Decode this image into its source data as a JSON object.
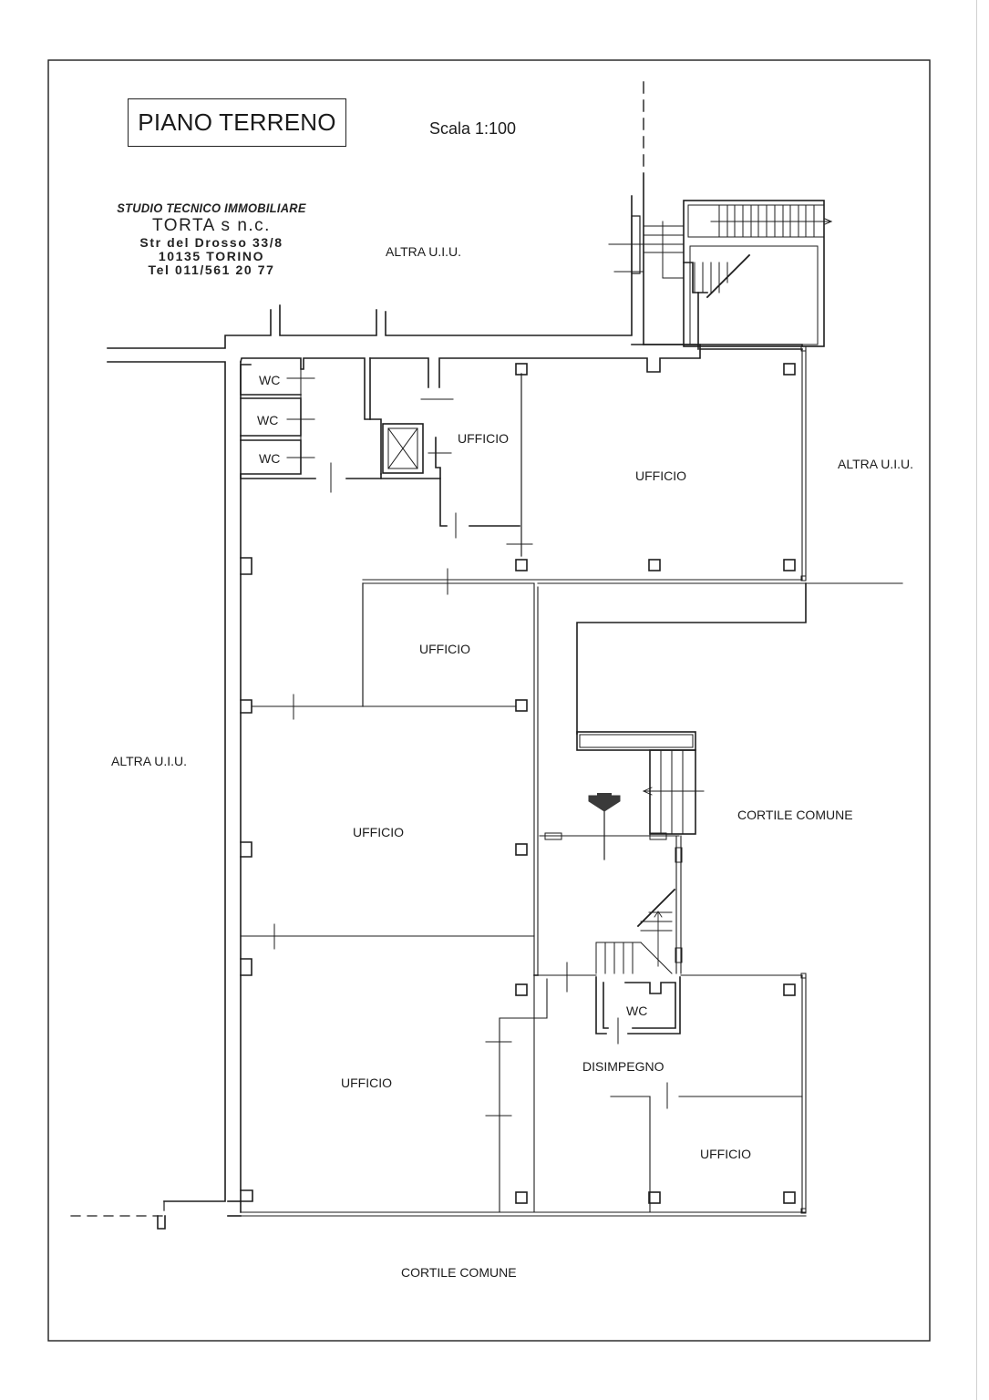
{
  "header": {
    "floor_title": "PIANO TERRENO",
    "scale": "Scala 1:100"
  },
  "studio": {
    "line1": "STUDIO TECNICO IMMOBILIARE",
    "line2": "TORTA s n.c.",
    "line3": "Str  del Drosso 33/8",
    "line4": "10135 TORINO",
    "line5": "Tel  011/561 20 77"
  },
  "labels": {
    "altra_top": "ALTRA U.I.U.",
    "altra_right": "ALTRA U.I.U.",
    "altra_left": "ALTRA U.I.U.",
    "cortile_right": "CORTILE COMUNE",
    "cortile_bottom": "CORTILE COMUNE"
  },
  "rooms": [
    {
      "id": "wc1",
      "label": "WC"
    },
    {
      "id": "wc2",
      "label": "WC"
    },
    {
      "id": "wc3",
      "label": "WC"
    },
    {
      "id": "ufficio_small_top",
      "label": "UFFICIO"
    },
    {
      "id": "ufficio_large_top",
      "label": "UFFICIO"
    },
    {
      "id": "ufficio_mid",
      "label": "UFFICIO"
    },
    {
      "id": "ufficio_left_mid",
      "label": "UFFICIO"
    },
    {
      "id": "ufficio_left_bottom",
      "label": "UFFICIO"
    },
    {
      "id": "wc4",
      "label": "WC"
    },
    {
      "id": "disimpegno",
      "label": "DISIMPEGNO"
    },
    {
      "id": "ufficio_bottom_right",
      "label": "UFFICIO"
    }
  ],
  "colors": {
    "line": "#1e1e1e",
    "thin_line": "#555555",
    "arrow": "#3a3a3a",
    "background": "#ffffff"
  }
}
